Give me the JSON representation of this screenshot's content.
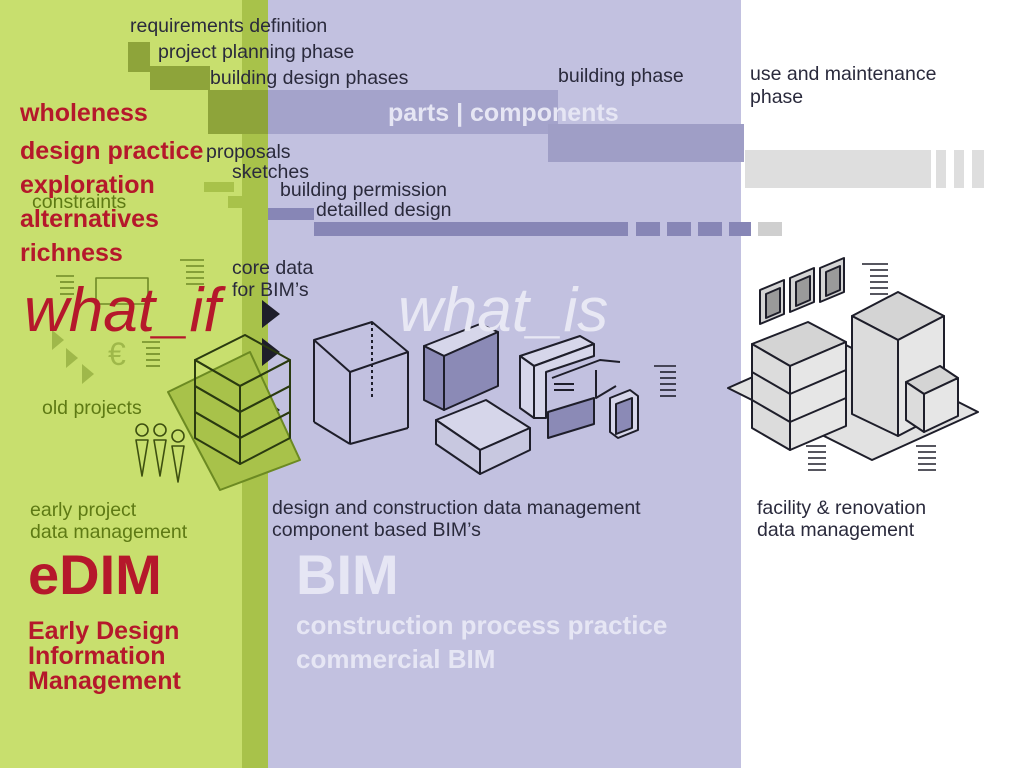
{
  "phases": {
    "requirements": "requirements definition",
    "planning": "project planning phase",
    "design": "building design phases",
    "building": "building phase",
    "use_line1": "use and maintenance",
    "use_line2": "phase"
  },
  "parts_components": "parts | components",
  "substeps": {
    "proposals": "proposals",
    "sketches": "sketches",
    "permission": "building permission",
    "detailed": "detailled design",
    "constraints": "constraints",
    "core_line1": "core data",
    "core_line2": "for BIM’s"
  },
  "keywords": [
    "wholeness",
    "design practice",
    "exploration",
    "alternatives",
    "richness"
  ],
  "what_if": "what_if",
  "what_is": "what_is",
  "old_projects": "old projects",
  "euro_symbol": "€",
  "captions": {
    "early_line1": "early project",
    "early_line2": "data management",
    "design_line1": "design and construction data management",
    "design_line2": "component based BIM’s",
    "facility_line1": "facility & renovation",
    "facility_line2": "data management"
  },
  "edim": {
    "title": "eDIM",
    "line1": "Early Design",
    "line2": "Information",
    "line3": "Management"
  },
  "bim": {
    "title": "BIM",
    "line1": "construction process practice",
    "line2": "commercial BIM"
  },
  "colors": {
    "green_zone": "#c8df6e",
    "blue_zone": "#c2c1e0",
    "accent_red": "#b5182b",
    "olive_text": "#5e7a14"
  }
}
